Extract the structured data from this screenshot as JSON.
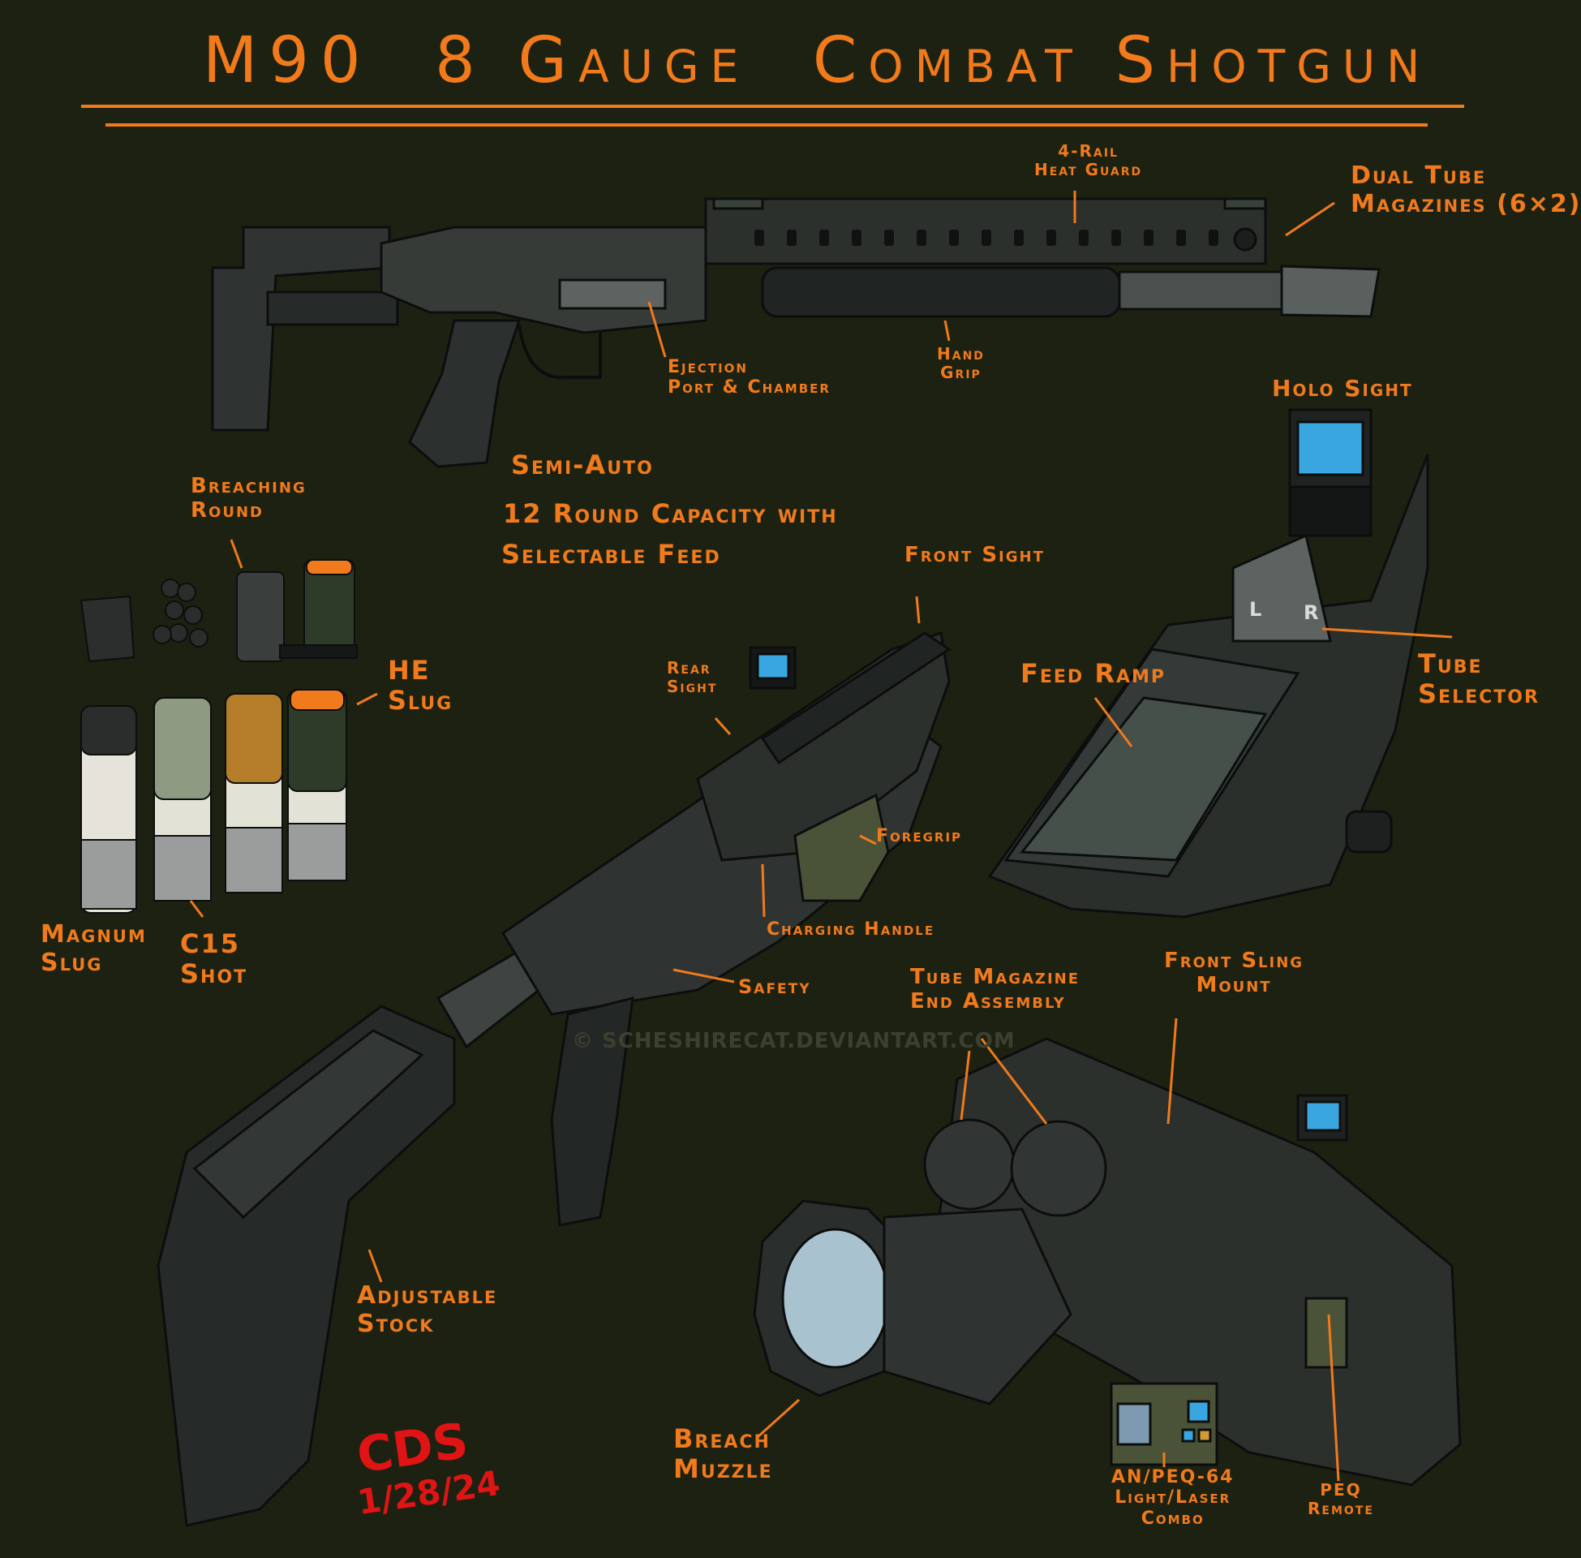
{
  "title": "M90  8 Gauge  Combat Shotgun",
  "specs": {
    "line1": "Semi-Auto",
    "line2": "12 Round Capacity with",
    "line3": "Selectable Feed"
  },
  "labels": {
    "rail": "4-Rail\nHeat Guard",
    "dual_tube": "Dual Tube\nMagazines (6×2)",
    "ejection": "Ejection\nPort & Chamber",
    "hand_grip": "Hand\nGrip",
    "holo_sight": "Holo Sight",
    "breaching_round": "Breaching\nRound",
    "he_slug": "HE\nSlug",
    "front_sight": "Front Sight",
    "rear_sight": "Rear\nSight",
    "feed_ramp": "Feed Ramp",
    "tube_selector": "Tube\nSelector",
    "foregrip": "Foregrip",
    "charging_handle": "Charging Handle",
    "safety": "Safety",
    "magnum_slug": "Magnum\nSlug",
    "c15_shot": "C15\nShot",
    "tube_mag_end": "Tube Magazine\nEnd Assembly",
    "front_sling": "Front Sling\nMount",
    "adjustable_stock": "Adjustable\nStock",
    "breach_muzzle": "Breach\nMuzzle",
    "anpeq": "AN/PEQ-64\nLight/Laser\nCombo",
    "peq_remote": "PEQ\nRemote"
  },
  "watermark": "© SCHESHIRECAT.DEVIANTART.COM",
  "signature": {
    "initials": "CDS",
    "date": "1/28/24"
  },
  "sight_selector": {
    "left": "L",
    "right": "R"
  },
  "colors": {
    "background": "#1d2112",
    "accent": "#f07a1c",
    "gun_body": "#2a2e2c",
    "gun_edge": "#0c0e0d",
    "holo_screen": "#3aa6e0",
    "signature": "#e01414"
  }
}
